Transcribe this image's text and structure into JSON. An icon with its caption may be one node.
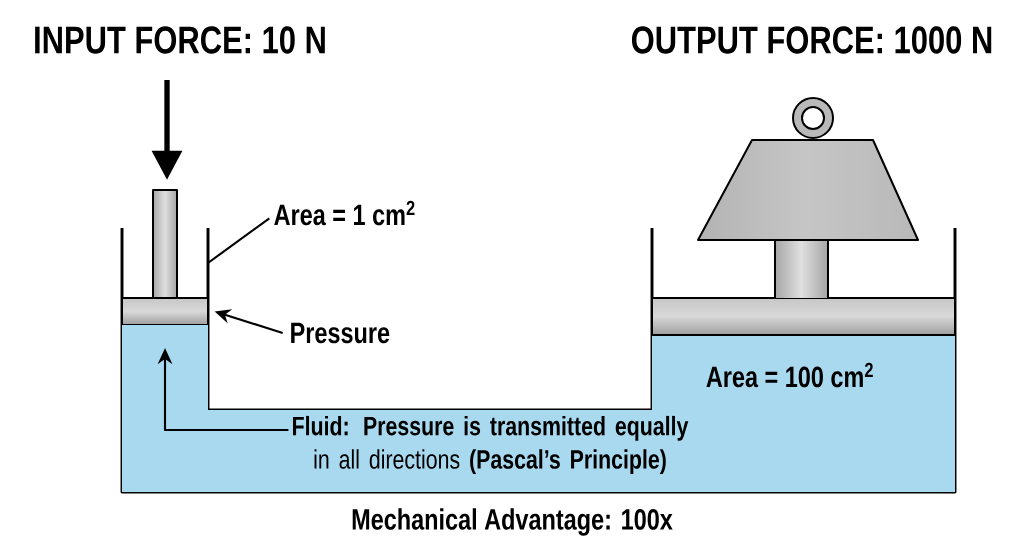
{
  "diagram": {
    "nodes": [
      {
        "text": [
          "Area = 1 cm$^{2}$"
        ]
      },
      {
        "text": [],
        "shape": "box"
      },
      {
        "text": [
          "Pressure"
        ]
      },
      {
        "text": [],
        "shape": "box"
      },
      {
        "text": [],
        "shape": "box"
      },
      {
        "in": 4,
        "text": [
          "**Fluid: Pressure is transmitted equally** in all directions **(Pascal’s Principle)**"
        ]
      }
    ],
    "edges": [
      {
        "from": 0,
        "to": 1,
        "arrow": "none"
      },
      {
        "from": 2,
        "to": 3,
        "arrow": "to"
      },
      {
        "from": 5,
        "to": 4,
        "arrow": "to"
      }
    ],
    "labels": [
      "INPUT FORCE: 10 N",
      "OUTPUT FORCE: 1000 N",
      "Area = 100 cm$^{2}$",
      "Mechanical Advantage: 100x"
    ]
  }
}
